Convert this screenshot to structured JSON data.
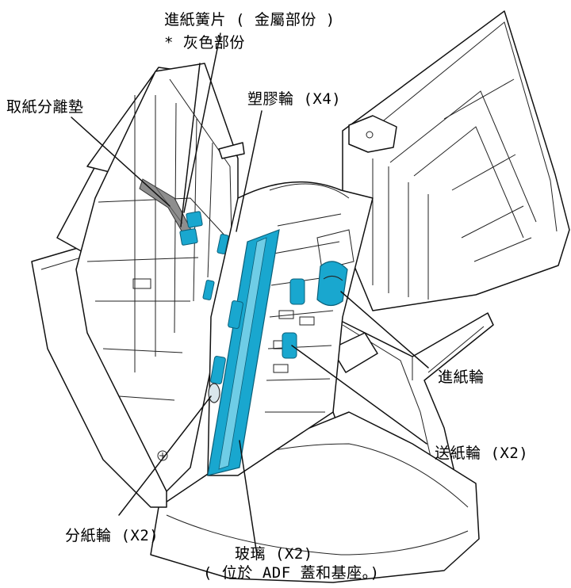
{
  "labels": {
    "feed_spring": "進紙簧片 ( 金屬部份 )",
    "feed_spring_note": "* 灰色部份",
    "pick_pad": "取紙分離墊",
    "plastic_roller": "塑膠輪 (X4)",
    "pick_roller": "進紙輪",
    "feed_roller": "送紙輪 (X2)",
    "brake_roller": "分紙輪 (X2)",
    "glass": "玻璃 (X2)",
    "glass_note": "( 位於 ADF 蓋和基座。)"
  },
  "colors": {
    "highlight": "#19a7cf",
    "highlight_dark": "#0d7fa3",
    "spring_gray": "#8e8e8e",
    "line": "#111111"
  }
}
